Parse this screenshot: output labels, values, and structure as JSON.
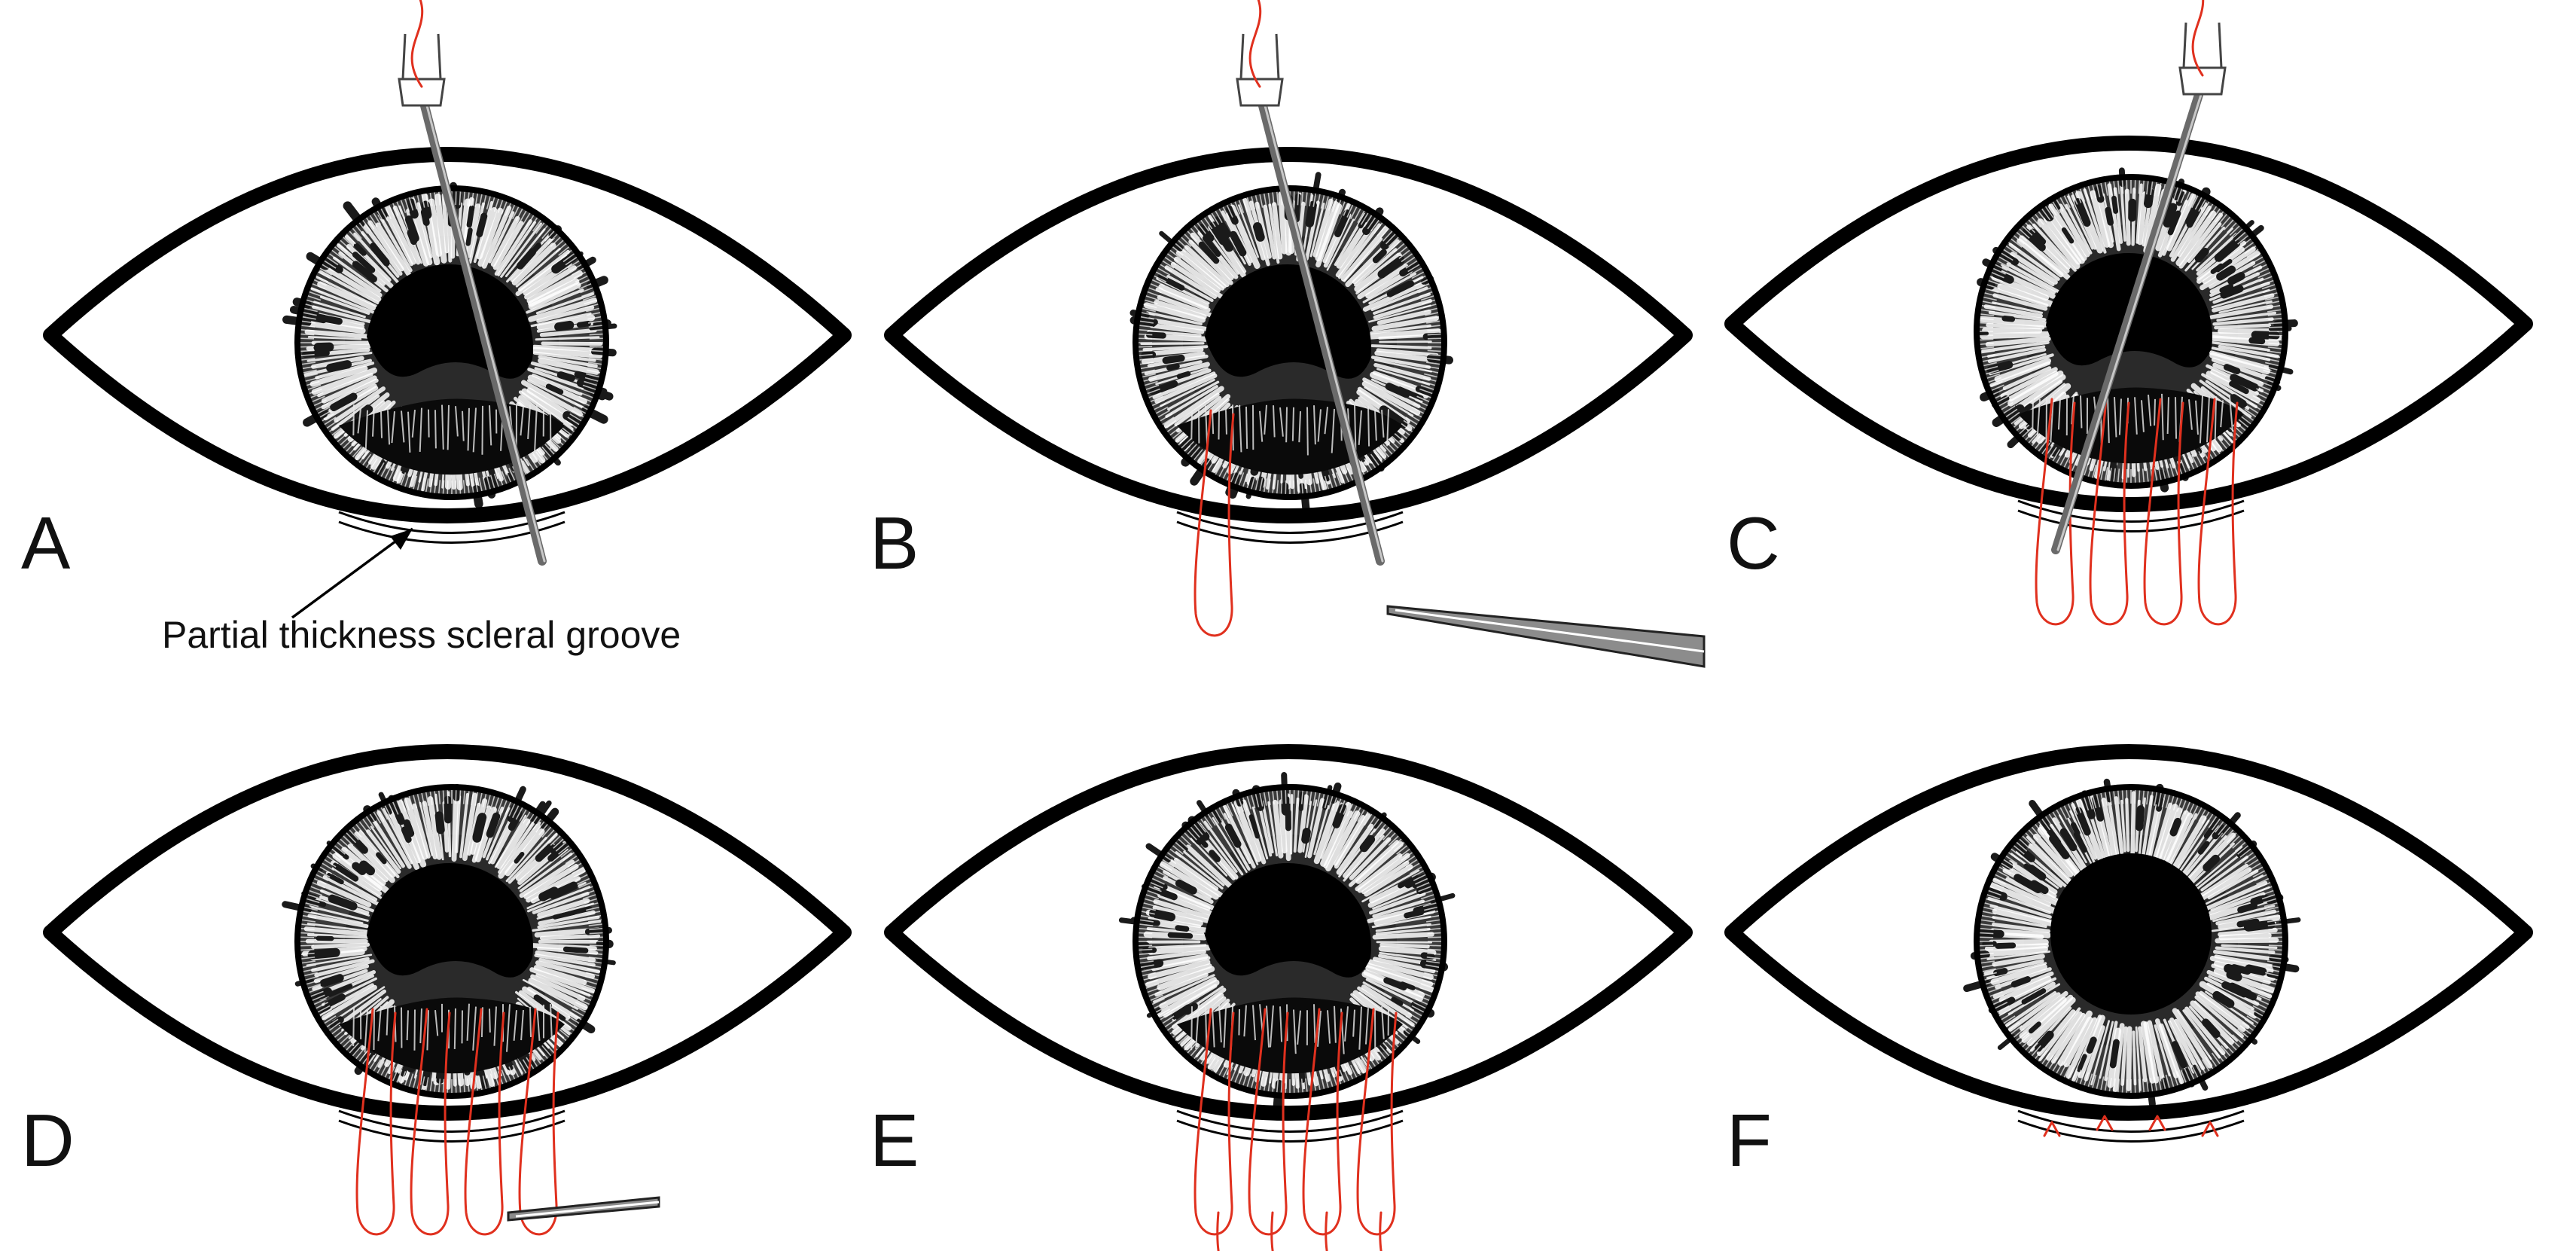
{
  "panels": [
    {
      "label": "A",
      "needle": true,
      "forceps": false,
      "knots": false,
      "iris_defect": true
    },
    {
      "label": "B",
      "needle": true,
      "forceps": true,
      "knots": false,
      "iris_defect": true
    },
    {
      "label": "C",
      "needle": true,
      "forceps": false,
      "knots": false,
      "iris_defect": true
    },
    {
      "label": "D",
      "needle": false,
      "forceps": true,
      "knots": false,
      "iris_defect": true
    },
    {
      "label": "E",
      "needle": false,
      "forceps": false,
      "knots": false,
      "iris_defect": true
    },
    {
      "label": "F",
      "needle": false,
      "forceps": false,
      "knots": true,
      "iris_defect": false
    }
  ],
  "annotation": {
    "text": "Partial thickness scleral groove"
  },
  "colors": {
    "suture": "#e0301e",
    "outline": "#000000",
    "instrument": "#8c8c8c"
  }
}
